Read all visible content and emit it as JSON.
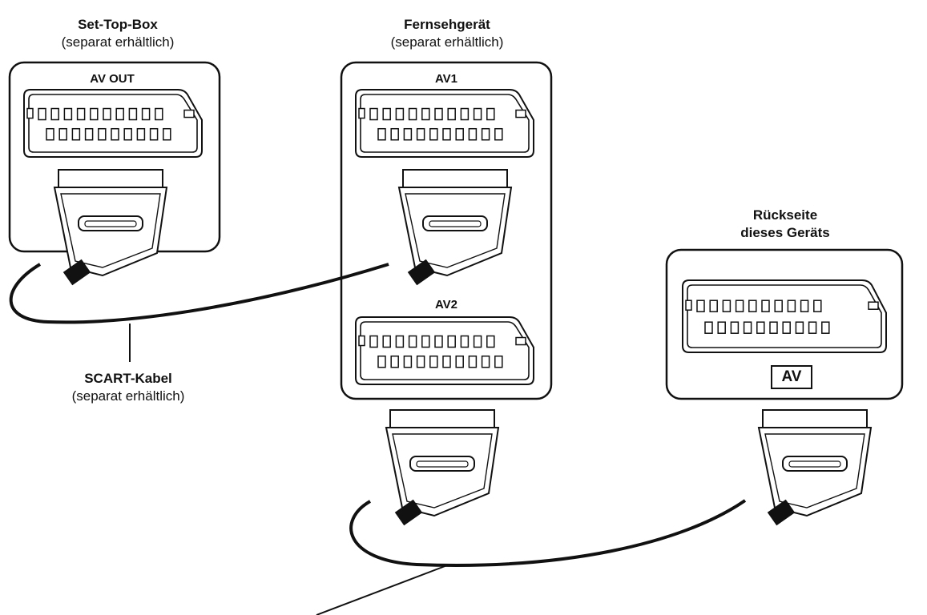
{
  "devices": {
    "settopbox": {
      "title": "Set-Top-Box",
      "subtitle": "(separat erhältlich)",
      "port": "AV OUT"
    },
    "tv": {
      "title": "Fernsehgerät",
      "subtitle": "(separat erhältlich)",
      "port1": "AV1",
      "port2": "AV2"
    },
    "unit": {
      "title_line1": "Rückseite",
      "title_line2": "dieses Geräts",
      "port": "AV"
    }
  },
  "cable": {
    "title": "SCART-Kabel",
    "subtitle": "(separat erhältlich)"
  }
}
